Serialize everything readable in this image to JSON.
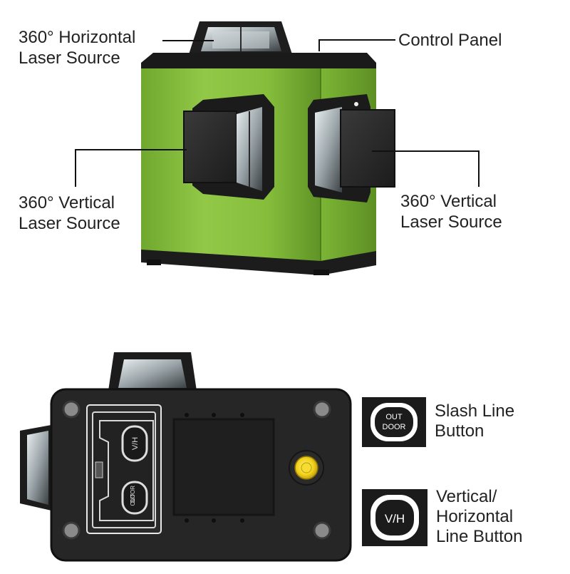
{
  "callouts": {
    "horizontal_source": {
      "line1": "360°  Horizontal",
      "line2": "Laser Source"
    },
    "control_panel": "Control Panel",
    "vertical_left": {
      "line1": "360°  Vertical",
      "line2": "Laser Source"
    },
    "vertical_right": {
      "line1": "360°  Vertical",
      "line2": "Laser Source"
    }
  },
  "buttons": {
    "outdoor": {
      "icon_top": "OUT",
      "icon_bottom": "DOOR",
      "line1": "Slash Line",
      "line2": "Button"
    },
    "vh": {
      "icon_text": "V/H",
      "line1": "Vertical/",
      "line2": "Horizontal",
      "line3": "Line Button"
    }
  },
  "panel_keys": {
    "vh": "V/H",
    "outdoor_top": "OUT",
    "outdoor_bottom": "DOOR"
  },
  "colors": {
    "body_green": "#8cc63f",
    "frame_black": "#1a1a1a",
    "callout_line": "#111111",
    "indicator_yellow": "#f2d21b"
  }
}
